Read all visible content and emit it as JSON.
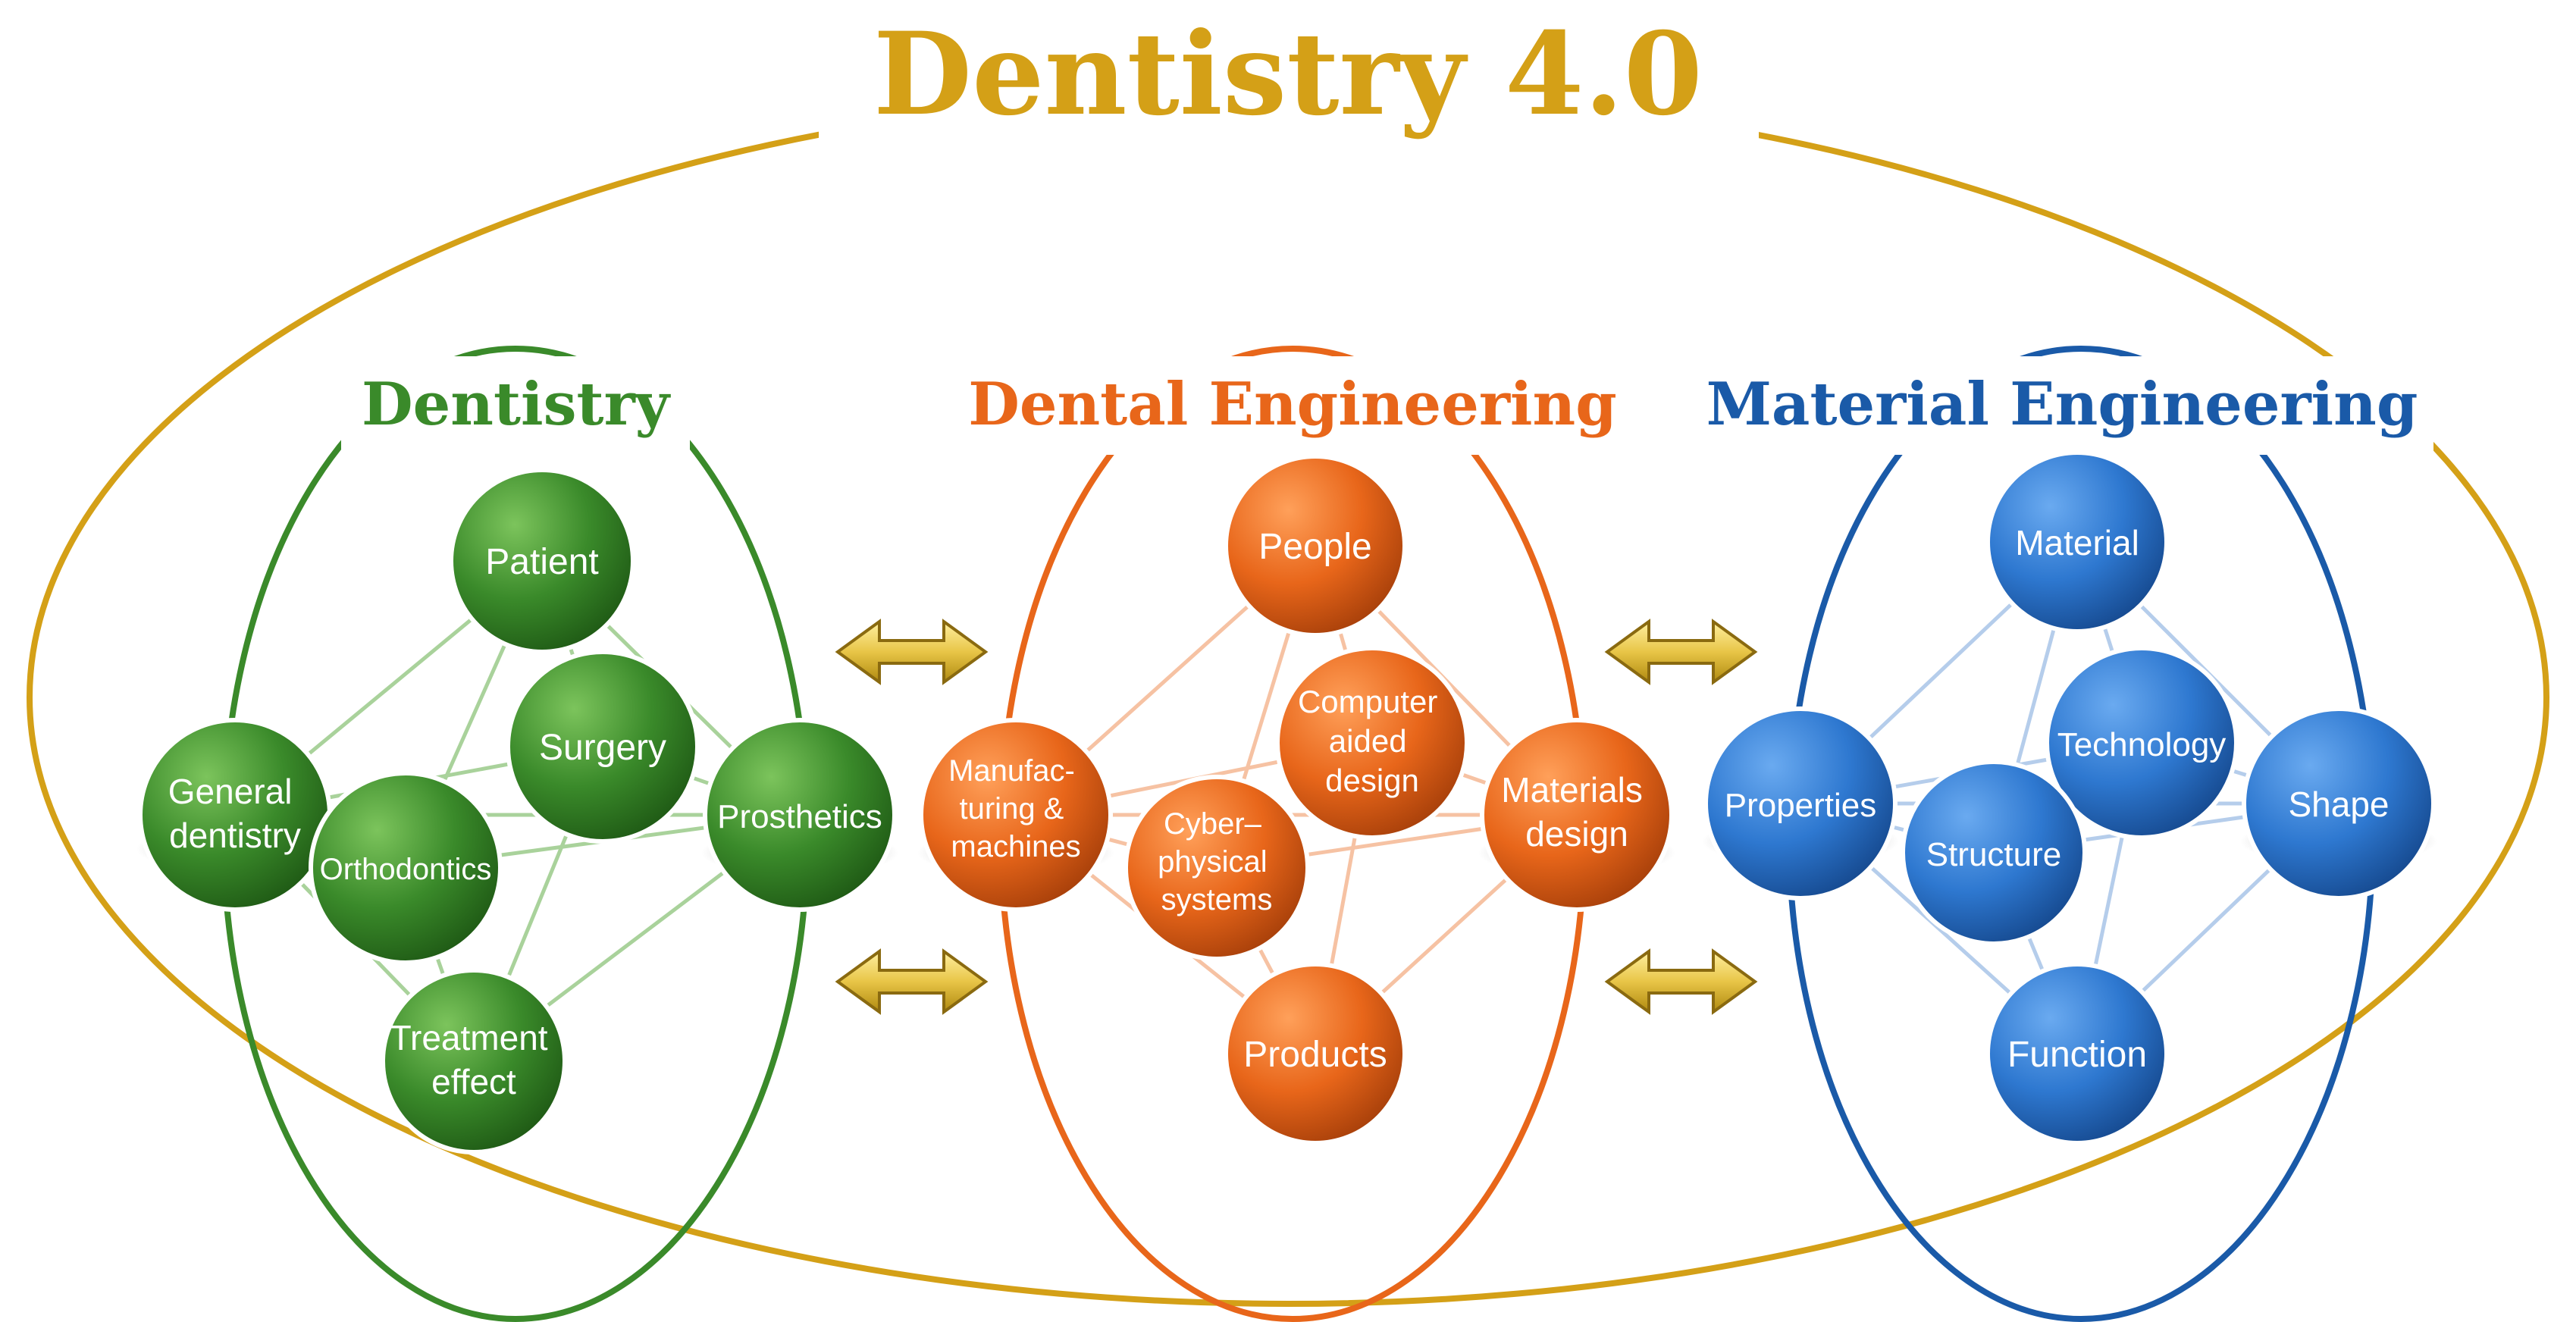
{
  "title": "Dentistry 4.0",
  "colors": {
    "frame": "#D4A017",
    "title": "#D4A017",
    "dentistry": "#3A8A2A",
    "dental_engineering": "#E8661A",
    "material_engineering": "#1A5AA8",
    "arrow": "#E8C547"
  },
  "groups": [
    {
      "id": "dentistry",
      "title": "Dentistry",
      "nodes": [
        {
          "id": "patient",
          "lines": [
            "Patient"
          ]
        },
        {
          "id": "surgery",
          "lines": [
            "Surgery"
          ]
        },
        {
          "id": "general-dentistry",
          "lines": [
            "General",
            "dentistry"
          ]
        },
        {
          "id": "orthodontics",
          "lines": [
            "Orthodontics"
          ]
        },
        {
          "id": "prosthetics",
          "lines": [
            "Prosthetics"
          ]
        },
        {
          "id": "treatment-effect",
          "lines": [
            "Treatment",
            "effect"
          ]
        }
      ]
    },
    {
      "id": "dental-engineering",
      "title": "Dental Engineering",
      "nodes": [
        {
          "id": "people",
          "lines": [
            "People"
          ]
        },
        {
          "id": "computer-aided-design",
          "lines": [
            "Computer",
            "aided",
            "design"
          ]
        },
        {
          "id": "manufacturing-machines",
          "lines": [
            "Manufac-",
            "turing &",
            "machines"
          ]
        },
        {
          "id": "cyber-physical-systems",
          "lines": [
            "Cyber–",
            "physical",
            "systems"
          ]
        },
        {
          "id": "materials-design",
          "lines": [
            "Materials",
            "design"
          ]
        },
        {
          "id": "products",
          "lines": [
            "Products"
          ]
        }
      ]
    },
    {
      "id": "material-engineering",
      "title": "Material Engineering",
      "nodes": [
        {
          "id": "material",
          "lines": [
            "Material"
          ]
        },
        {
          "id": "technology",
          "lines": [
            "Technology"
          ]
        },
        {
          "id": "properties",
          "lines": [
            "Properties"
          ]
        },
        {
          "id": "structure",
          "lines": [
            "Structure"
          ]
        },
        {
          "id": "shape",
          "lines": [
            "Shape"
          ]
        },
        {
          "id": "function",
          "lines": [
            "Function"
          ]
        }
      ]
    }
  ],
  "connectors": [
    {
      "id": "dentistry-dental-engineering-top",
      "type": "double-arrow"
    },
    {
      "id": "dentistry-dental-engineering-bottom",
      "type": "double-arrow"
    },
    {
      "id": "dental-engineering-material-engineering-top",
      "type": "double-arrow"
    },
    {
      "id": "dental-engineering-material-engineering-bottom",
      "type": "double-arrow"
    }
  ]
}
